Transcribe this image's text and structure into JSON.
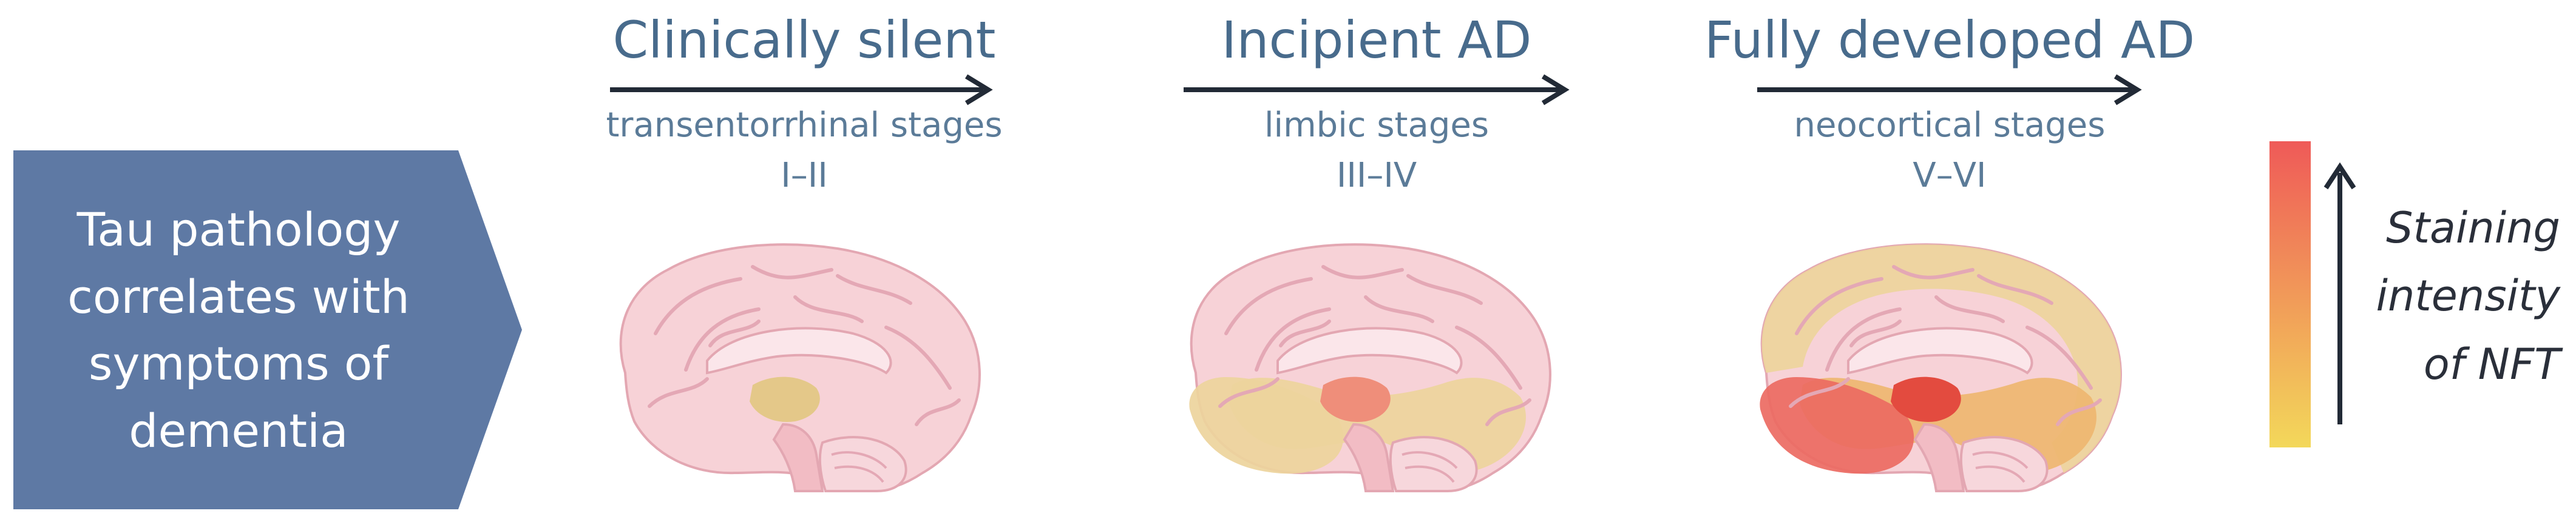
{
  "callout": {
    "lines": [
      "Tau pathology",
      "correlates with",
      "symptoms of",
      "dementia"
    ],
    "color": "#5e79a4"
  },
  "stages": [
    {
      "title": "Clinically silent",
      "subtitle": "transentorrhinal stages",
      "range": "I–II",
      "regions": {
        "entorhinal": "#e4c889",
        "limbic": "none",
        "temporal": "none",
        "neocortex": "none"
      }
    },
    {
      "title": "Incipient AD",
      "subtitle": "limbic stages",
      "range": "III–IV",
      "regions": {
        "entorhinal": "#ef8e7a",
        "limbic": "#edd49c",
        "temporal": "#edd49c",
        "neocortex": "none"
      }
    },
    {
      "title": "Fully developed AD",
      "subtitle": "neocortical stages",
      "range": "V–VI",
      "regions": {
        "entorhinal": "#e34b3f",
        "limbic": "#eeb670",
        "temporal": "#ec6a62",
        "neocortex": "#edd49c"
      }
    }
  ],
  "legend": {
    "lines": [
      "Staining",
      "intensity",
      "of NFT"
    ],
    "gradient_top": "#ef5a58",
    "gradient_bottom": "#f3d85a"
  },
  "colors": {
    "text_blue": "#486b8c",
    "arrow": "#222a36",
    "brain_base": "#f7d2d7",
    "brain_outline": "#e3a7b2",
    "brain_gyri": "#e4a8b5",
    "brainstem": "#f2bcc4"
  }
}
